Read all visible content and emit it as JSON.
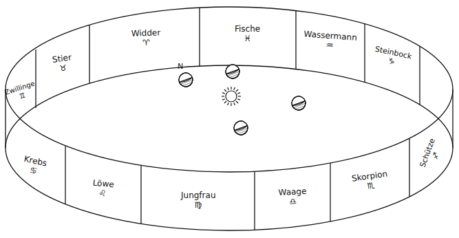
{
  "diagram": {
    "nodes": [
      {
        "text": [
          "Zwillinge",
          "♊"
        ]
      },
      {
        "text": [
          "Stier",
          "♉"
        ]
      },
      {
        "text": [
          "Widder",
          "♈"
        ]
      },
      {
        "text": [
          "Fische",
          "♓"
        ]
      },
      {
        "text": [
          "Wassermann",
          "♒"
        ]
      },
      {
        "text": [
          "Steinbock",
          "♑"
        ]
      },
      {
        "text": [
          "Krebs",
          "♋"
        ]
      },
      {
        "text": [
          "Löwe",
          "♌"
        ]
      },
      {
        "text": [
          "Jungfrau",
          "♍"
        ]
      },
      {
        "text": [
          "Waage",
          "♎"
        ]
      },
      {
        "text": [
          "Skorpion",
          "♏"
        ]
      },
      {
        "text": [
          "Schütze",
          "♐"
        ]
      }
    ],
    "labels": [
      "N"
    ]
  }
}
